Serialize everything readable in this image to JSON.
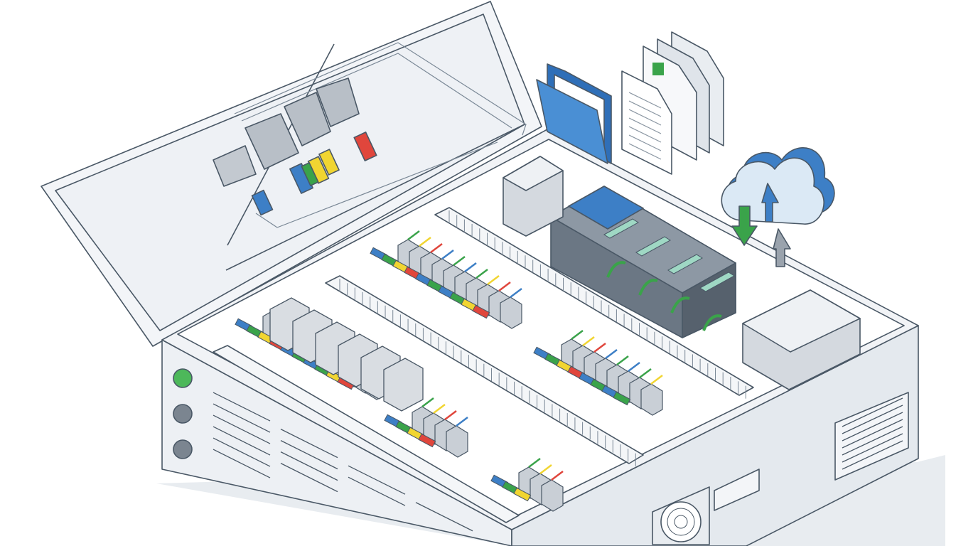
{
  "illustration": {
    "subject": "control-cabinet",
    "icons": [
      "folder-icon",
      "document-icon",
      "cloud-icon",
      "download-arrow-icon",
      "upload-arrow-icon",
      "fan-icon",
      "indicator-button-icon"
    ]
  },
  "colors": {
    "outline": "#4a5866",
    "panel_face": "#eef1f5",
    "panel_side": "#e2e7ed",
    "interior": "#ffffff",
    "rail": "#f4f6f8",
    "module_grey": "#9aa3ad",
    "plc_dark": "#5f6b78",
    "plc_green": "#9fd8c4",
    "accent_blue": "#3d7fc6",
    "accent_green": "#3aa34a",
    "accent_yellow": "#f1d531",
    "accent_red": "#e0463c",
    "cloud": "#cfe3f3",
    "shadow": "#e6eaef"
  },
  "panel": {
    "buttons": [
      "green",
      "grey",
      "grey"
    ]
  }
}
